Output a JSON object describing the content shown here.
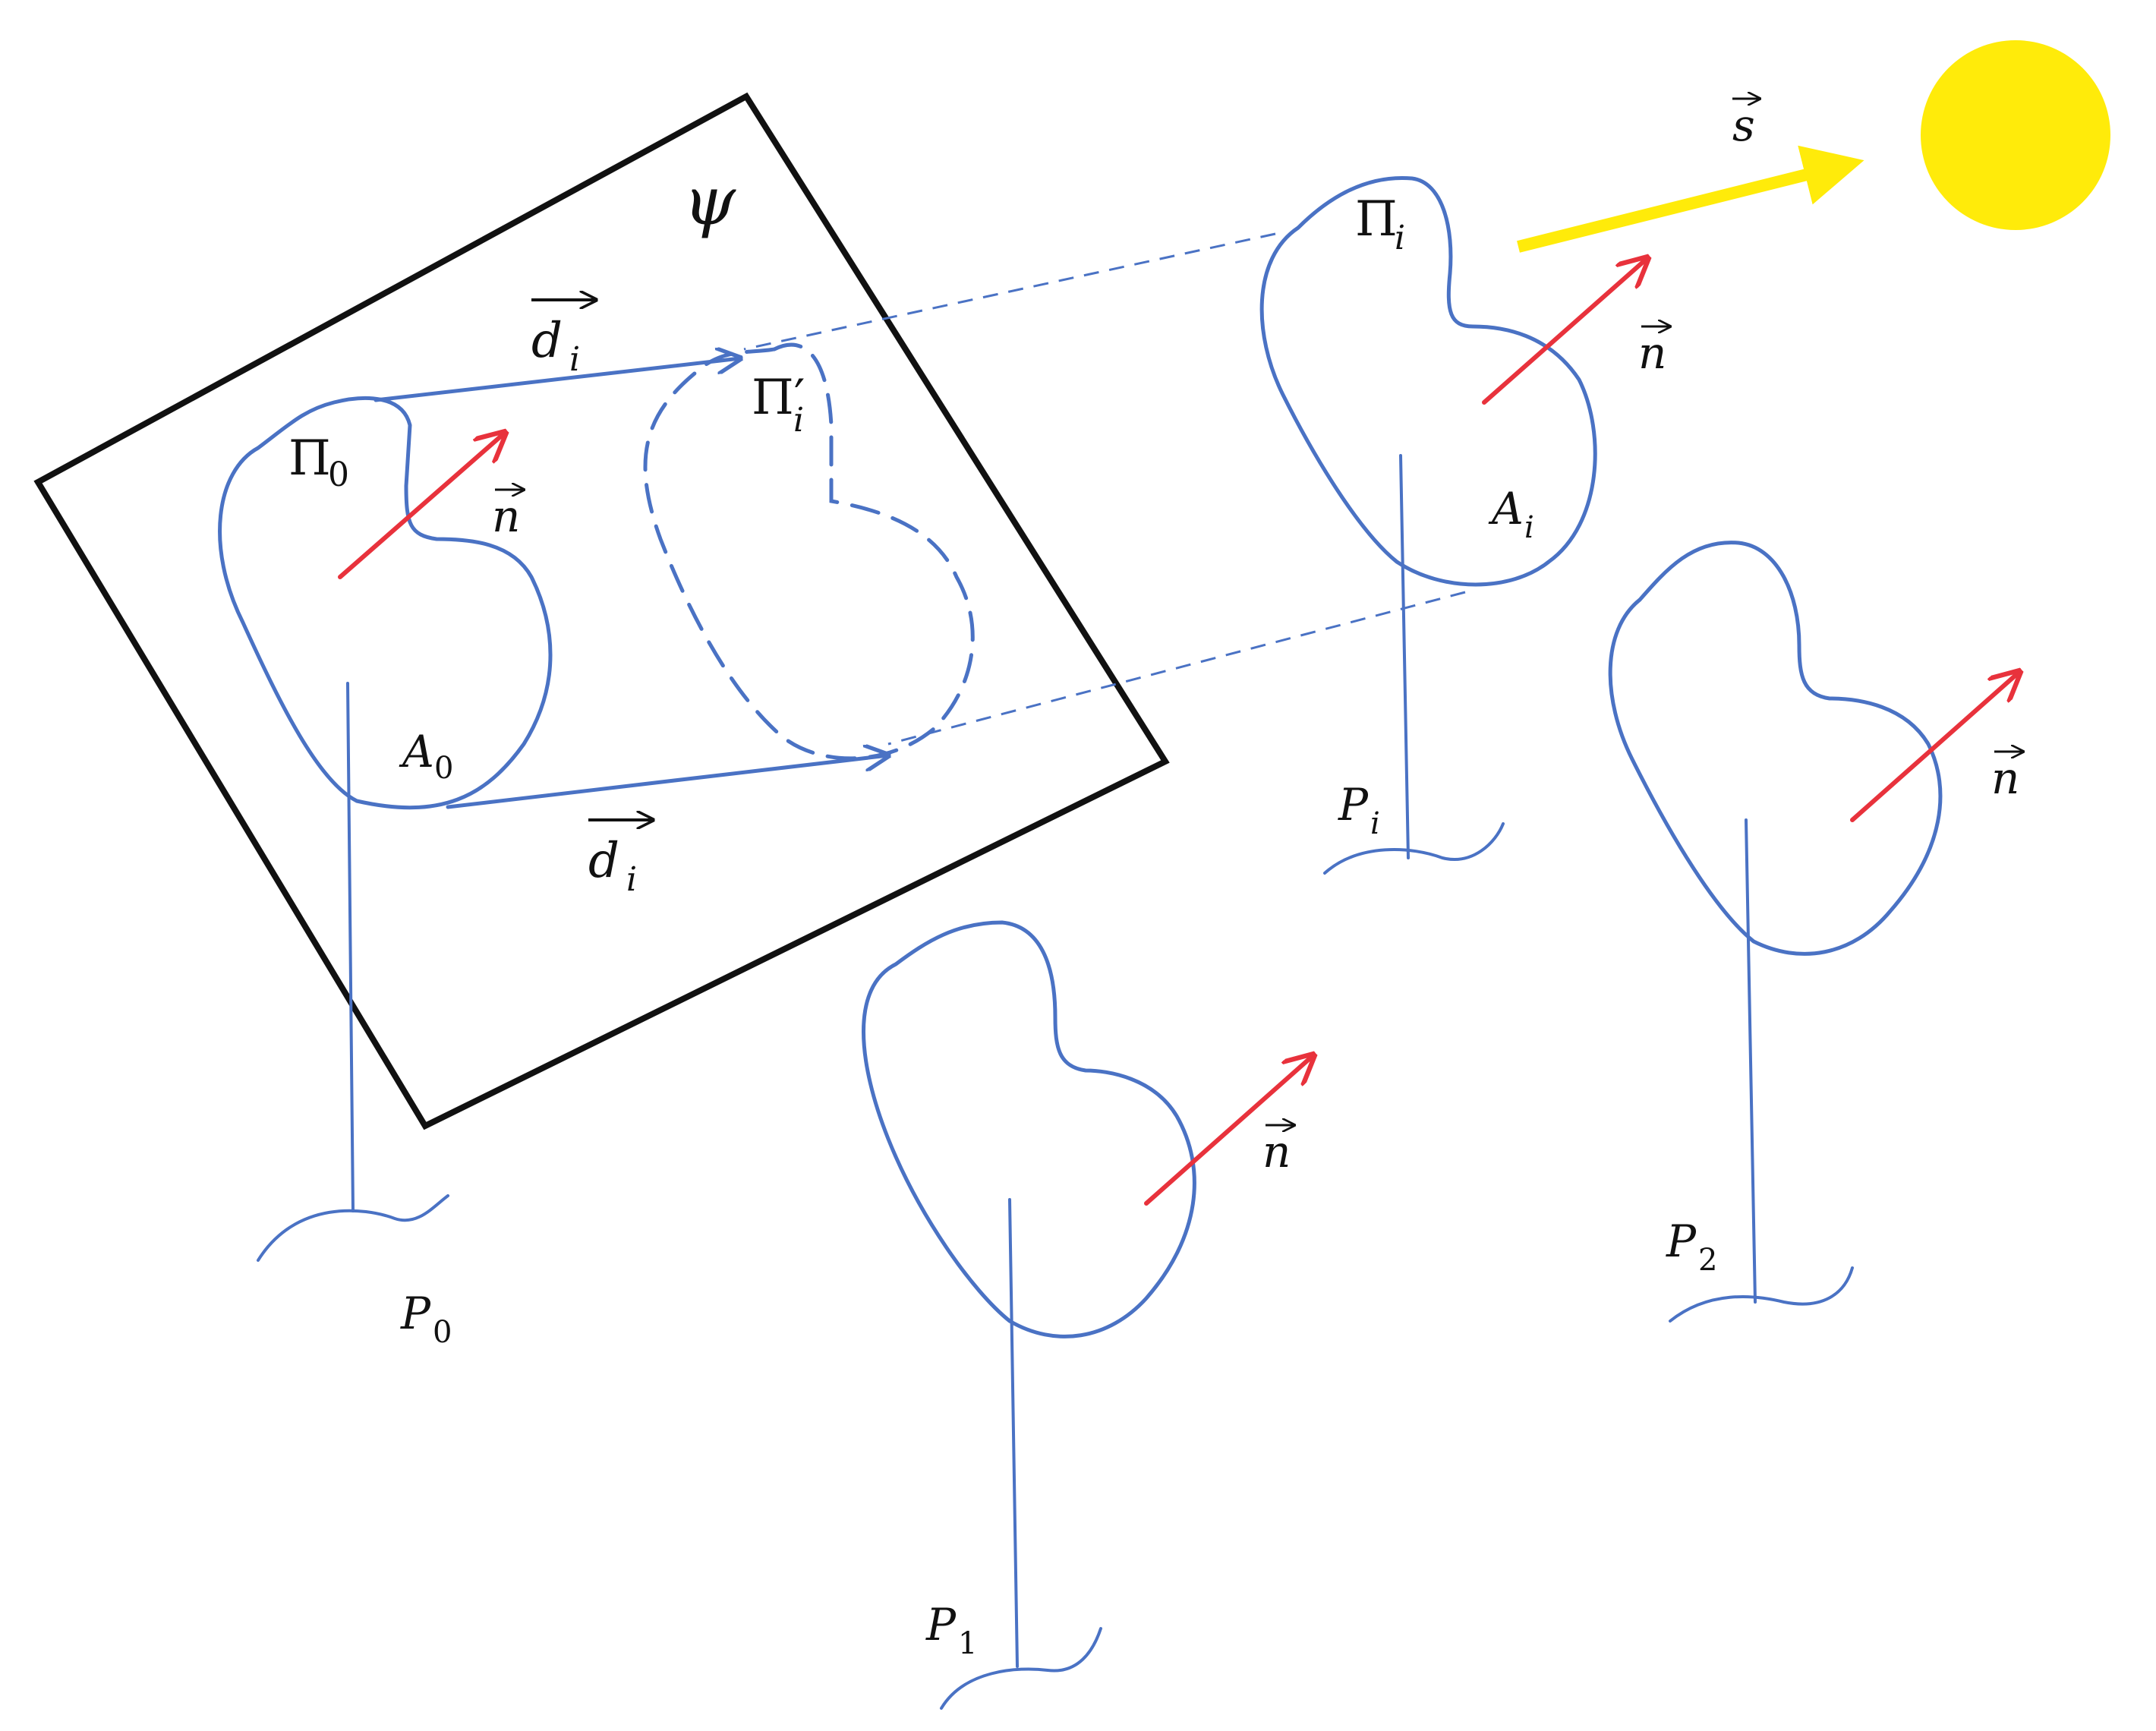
{
  "labels": {
    "plane": "ψ",
    "pi0": "Π",
    "pi0_sub": "0",
    "pii": "Π",
    "pii_sub": "i",
    "pii_prime": "Π′",
    "pii_prime_sub": "i",
    "a0": "A",
    "a0_sub": "0",
    "ai": "A",
    "ai_sub": "i",
    "di": "d",
    "di_sub": "i",
    "n": "n",
    "s": "s",
    "p0": "P",
    "p0_sub": "0",
    "p1": "P",
    "p1_sub": "1",
    "p2": "P",
    "p2_sub": "2",
    "pi": "P",
    "pi_sub": "i"
  },
  "colors": {
    "panel_outline": "#4a72c4",
    "normal_arrow": "#e8323c",
    "sun": "#ffeb0a",
    "sun_ray": "#ffeb0a",
    "plane": "#111111"
  }
}
